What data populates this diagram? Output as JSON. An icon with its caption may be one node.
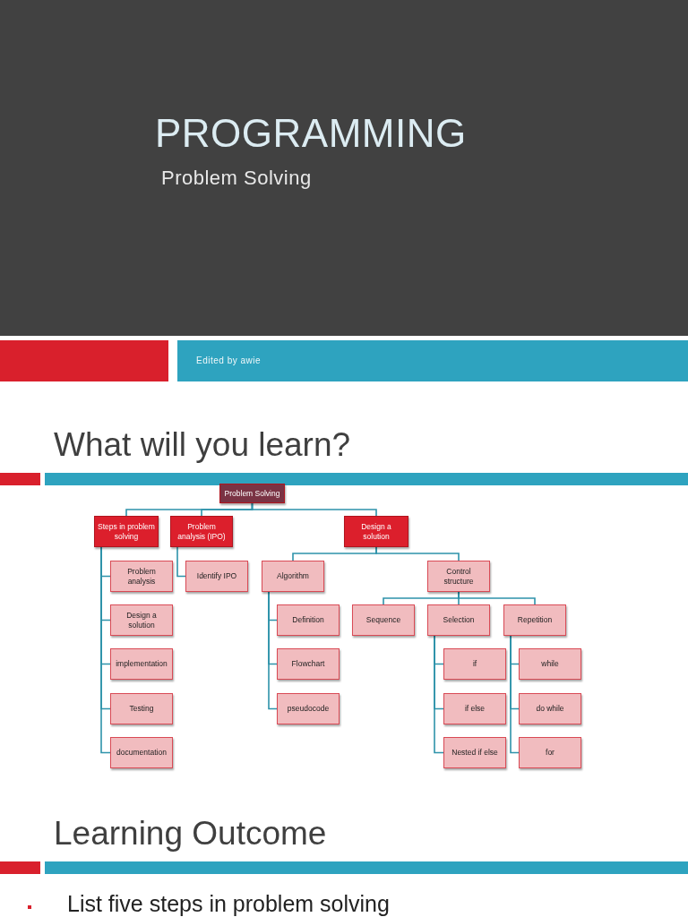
{
  "diagram": {
    "title": "PROGRAMMING",
    "nodes": [
      {
        "text": [
          "Problem Solving"
        ]
      },
      {
        "text": [
          "Steps in problem solving"
        ]
      },
      {
        "text": [
          "Problem analysis (IPO)"
        ]
      },
      {
        "text": [
          "Design a solution"
        ]
      },
      {
        "text": [
          "Problem analysis"
        ]
      },
      {
        "text": [
          "Design a solution"
        ]
      },
      {
        "text": [
          "implementation"
        ]
      },
      {
        "text": [
          "Testing"
        ]
      },
      {
        "text": [
          "documentation"
        ]
      },
      {
        "text": [
          "Identify IPO"
        ]
      },
      {
        "text": [
          "Algorithm"
        ]
      },
      {
        "text": [
          "Definition"
        ]
      },
      {
        "text": [
          "Flowchart"
        ]
      },
      {
        "text": [
          "pseudocode"
        ]
      },
      {
        "text": [
          "Control structure"
        ]
      },
      {
        "text": [
          "Sequence"
        ]
      },
      {
        "text": [
          "Selection"
        ]
      },
      {
        "text": [
          "Repetition"
        ]
      },
      {
        "text": [
          "if"
        ]
      },
      {
        "text": [
          "if else"
        ]
      },
      {
        "text": [
          "Nested if else"
        ]
      },
      {
        "text": [
          "while"
        ]
      },
      {
        "text": [
          "do while"
        ]
      },
      {
        "text": [
          "for"
        ]
      }
    ],
    "edges": [
      {
        "from": 0,
        "to": 1,
        "arrow": "none"
      },
      {
        "from": 0,
        "to": 2,
        "arrow": "none"
      },
      {
        "from": 0,
        "to": 3,
        "arrow": "none"
      },
      {
        "from": 1,
        "to": 4,
        "arrow": "none"
      },
      {
        "from": 1,
        "to": 5,
        "arrow": "none"
      },
      {
        "from": 1,
        "to": 6,
        "arrow": "none"
      },
      {
        "from": 1,
        "to": 7,
        "arrow": "none"
      },
      {
        "from": 1,
        "to": 8,
        "arrow": "none"
      },
      {
        "from": 2,
        "to": 9,
        "arrow": "none"
      },
      {
        "from": 3,
        "to": 10,
        "arrow": "none"
      },
      {
        "from": 3,
        "to": 14,
        "arrow": "none"
      },
      {
        "from": 10,
        "to": 11,
        "arrow": "none"
      },
      {
        "from": 10,
        "to": 12,
        "arrow": "none"
      },
      {
        "from": 10,
        "to": 13,
        "arrow": "none"
      },
      {
        "from": 14,
        "to": 15,
        "arrow": "none"
      },
      {
        "from": 14,
        "to": 16,
        "arrow": "none"
      },
      {
        "from": 14,
        "to": 17,
        "arrow": "none"
      },
      {
        "from": 16,
        "to": 18,
        "arrow": "none"
      },
      {
        "from": 16,
        "to": 19,
        "arrow": "none"
      },
      {
        "from": 16,
        "to": 20,
        "arrow": "none"
      },
      {
        "from": 17,
        "to": 21,
        "arrow": "none"
      },
      {
        "from": 17,
        "to": 22,
        "arrow": "none"
      },
      {
        "from": 17,
        "to": 23,
        "arrow": "none"
      }
    ],
    "labels": [
      "Problem Solving",
      "Edited by awie",
      "What will you learn?",
      "Learning Outcome",
      "List five steps in problem solving"
    ]
  }
}
